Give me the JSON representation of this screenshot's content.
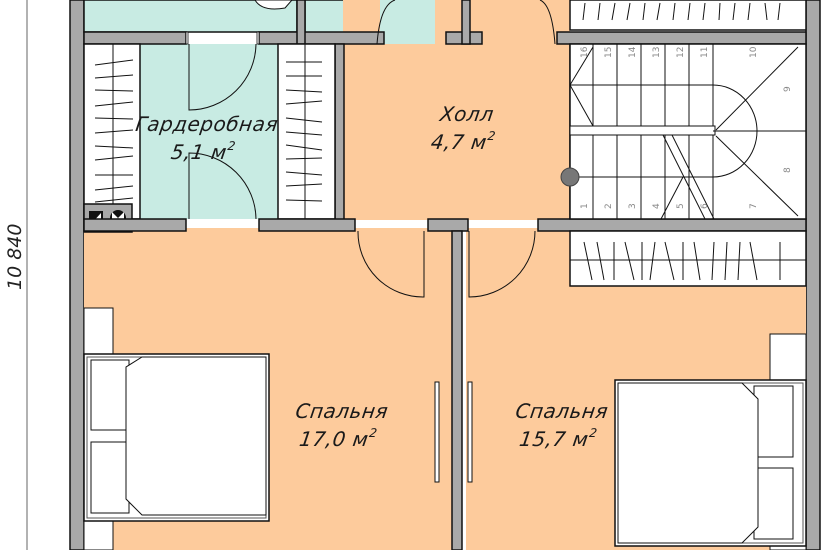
{
  "plan": {
    "dimension": {
      "value": "10 840",
      "orientation": "vertical"
    },
    "colors": {
      "wall_fill": "#a9a9a9",
      "wall_outline": "#111111",
      "wet_zone": "#c8ebe3",
      "living_zone": "#fdcb9c",
      "furniture": "#ffffff",
      "column": "#777777"
    },
    "rooms": [
      {
        "id": "wardrobe",
        "name": "Гардеробная",
        "area_value": "5,1 м",
        "area_unit_sup": "2"
      },
      {
        "id": "hall",
        "name": "Холл",
        "area_value": "4,7 м",
        "area_unit_sup": "2"
      },
      {
        "id": "bedroom-left",
        "name": "Спальня",
        "area_value": "17,0 м",
        "area_unit_sup": "2"
      },
      {
        "id": "bedroom-right",
        "name": "Спальня",
        "area_value": "15,7 м",
        "area_unit_sup": "2"
      }
    ],
    "stairs": {
      "step_numbers": [
        "1",
        "2",
        "3",
        "4",
        "5",
        "6",
        "7",
        "8",
        "9",
        "10",
        "11",
        "12",
        "13",
        "14",
        "15",
        "16"
      ]
    },
    "icons": {
      "ventilation": "ventilation-icon",
      "fan": "fan-icon"
    }
  }
}
